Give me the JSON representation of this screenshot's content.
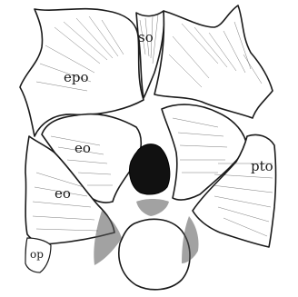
{
  "labels": {
    "so": "so",
    "epo": "epo",
    "eo_upper": "eo",
    "eo_lower": "eo",
    "pto": "pto",
    "op": "op"
  }
}
